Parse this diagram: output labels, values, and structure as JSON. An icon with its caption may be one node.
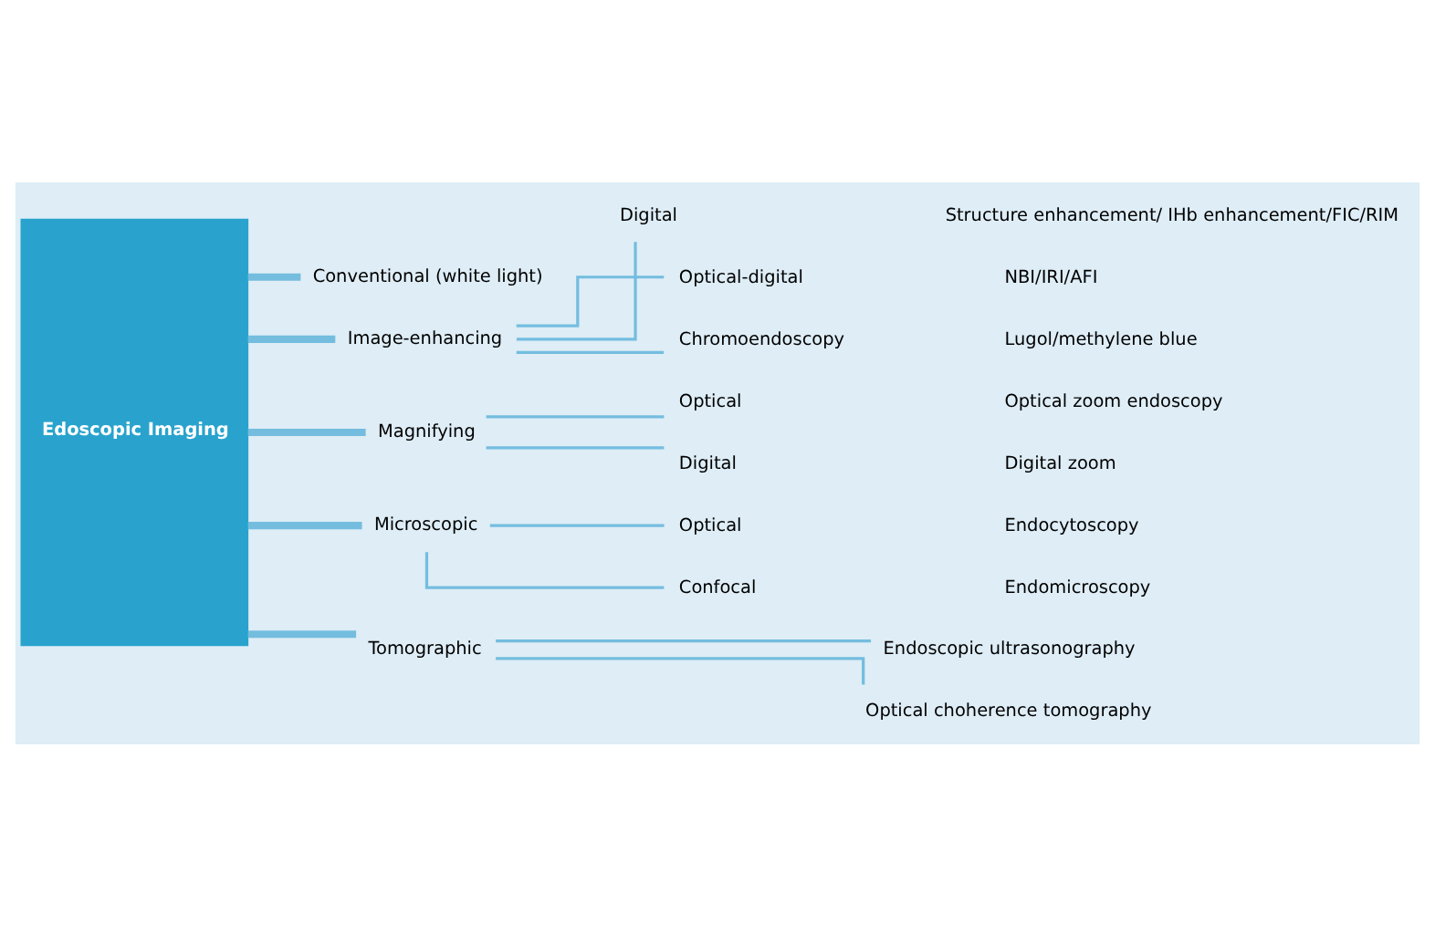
{
  "diagram": {
    "nodes": [
      {
        "text": [
          "Edoscopic Imaging"
        ]
      },
      {
        "text": [
          "Conventional (white light)"
        ]
      },
      {
        "text": [
          "Image-enhancing"
        ]
      },
      {
        "text": [
          "Digital"
        ],
        "beside": [
          "Structure enhancement/ IHb enhancement/FIC/RIM"
        ]
      },
      {
        "text": [
          "Optical-digital"
        ],
        "beside": [
          "NBI/IRI/AFI"
        ]
      },
      {
        "text": [
          "Chromoendoscopy"
        ],
        "beside": [
          "Lugol/methylene blue"
        ]
      },
      {
        "text": [
          "Magnifying"
        ]
      },
      {
        "text": [
          "Optical"
        ],
        "beside": [
          "Optical zoom endoscopy"
        ]
      },
      {
        "text": [
          "Digital"
        ],
        "beside": [
          "Digital zoom"
        ]
      },
      {
        "text": [
          "Microscopic"
        ]
      },
      {
        "text": [
          "Optical"
        ],
        "beside": [
          "Endocytoscopy"
        ]
      },
      {
        "text": [
          "Confocal"
        ],
        "beside": [
          "Endomicroscopy"
        ]
      },
      {
        "text": [
          "Tomographic"
        ]
      },
      {
        "text": [
          "Endoscopic ultrasonography"
        ]
      },
      {
        "text": [
          "Optical choherence tomography"
        ]
      }
    ],
    "edges": [
      {
        "from": 0,
        "to": 1,
        "arrow": "none",
        "style": "thick"
      },
      {
        "from": 0,
        "to": 2,
        "arrow": "none",
        "style": "thick"
      },
      {
        "from": 2,
        "to": 3,
        "arrow": "none"
      },
      {
        "from": 2,
        "to": 4,
        "arrow": "none"
      },
      {
        "from": 2,
        "to": 5,
        "arrow": "none"
      },
      {
        "from": 0,
        "to": 6,
        "arrow": "none",
        "style": "thick"
      },
      {
        "from": 6,
        "to": 7,
        "arrow": "none"
      },
      {
        "from": 6,
        "to": 8,
        "arrow": "none"
      },
      {
        "from": 0,
        "to": 9,
        "arrow": "none",
        "style": "thick"
      },
      {
        "from": 9,
        "to": 10,
        "arrow": "none"
      },
      {
        "from": 9,
        "to": 11,
        "arrow": "none"
      },
      {
        "from": 0,
        "to": 12,
        "arrow": "none",
        "style": "thick"
      },
      {
        "from": 12,
        "to": 13,
        "arrow": "none"
      },
      {
        "from": 12,
        "to": 14,
        "arrow": "none"
      }
    ]
  }
}
